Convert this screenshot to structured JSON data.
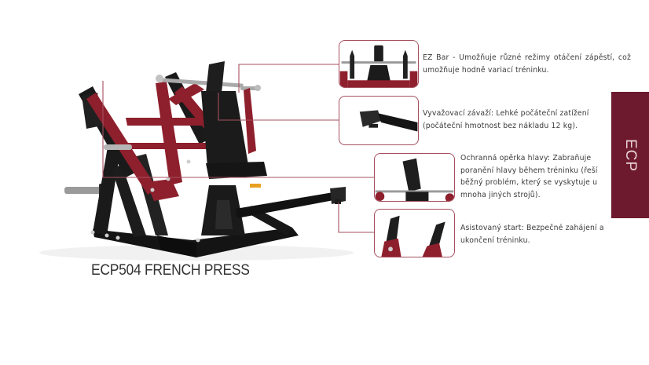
{
  "product": {
    "title": "ECP504 FRENCH PRESS"
  },
  "side_banner": {
    "label": "ECP",
    "color": "#6e1a2e"
  },
  "features": [
    {
      "thumbnail": "ez-bar-detail",
      "text": "EZ Bar - Umožňuje různé režimy otáčení zápěstí, což umožňuje hodně variací tréninku."
    },
    {
      "thumbnail": "counterweight-detail",
      "text": "Vyvažovací závaží: Lehké počáteční zatížení (počáteční hmotnost bez nákladu 12 kg)."
    },
    {
      "thumbnail": "headrest-detail",
      "text": "Ochranná opěrka hlavy: Zabraňuje poranění hlavy během tréninku (řeší běžný problém, který se vyskytuje u mnoha jiných strojů)."
    },
    {
      "thumbnail": "assisted-start-detail",
      "text": "Asistovaný start: Bezpečné zahájení a ukončení tréninku."
    }
  ],
  "colors": {
    "frame_red": "#8e1f2c",
    "frame_black": "#1c1c1c",
    "callout_line": "#a5505f",
    "text": "#3a3a3a"
  }
}
